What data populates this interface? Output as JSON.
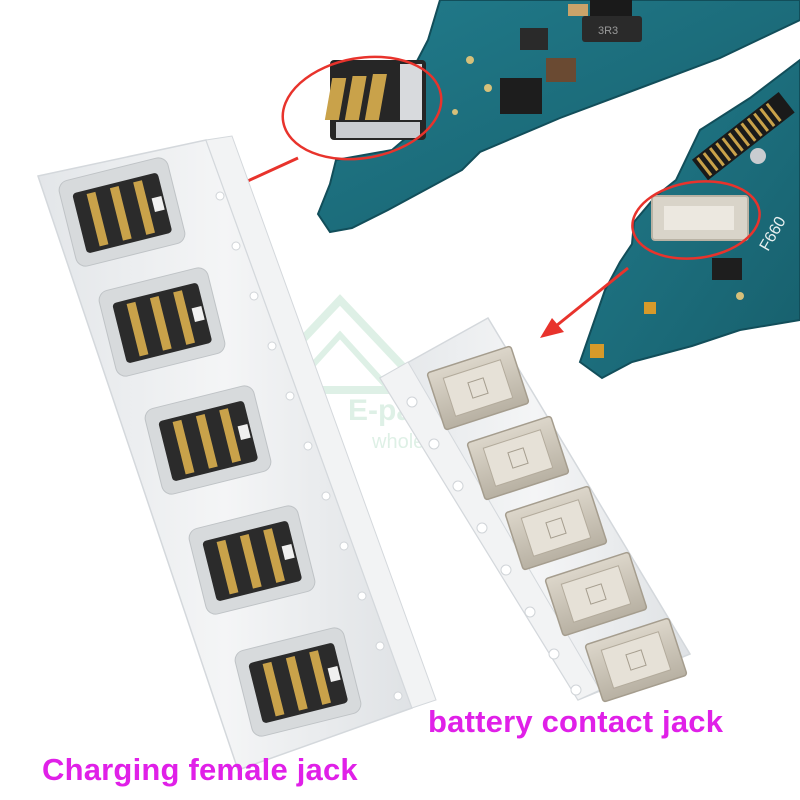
{
  "captions": {
    "battery": "battery contact jack",
    "charging": "Charging female jack"
  },
  "board_marking": "F660",
  "watermark": {
    "line1": "E-parts",
    "line2": "wholesale"
  },
  "colors": {
    "caption": "#e020e8",
    "pcb": "#1c6f7e",
    "pcb_edge": "#124e5a",
    "annotation": "#e8332c",
    "tape": "#eceef0",
    "connector_body": "#2b2b2b",
    "contact_gold": "#c9a24a",
    "contact_pad": "#c8c2b6"
  },
  "icons": [
    "annotation-arrow-icon",
    "highlight-circle-icon"
  ]
}
